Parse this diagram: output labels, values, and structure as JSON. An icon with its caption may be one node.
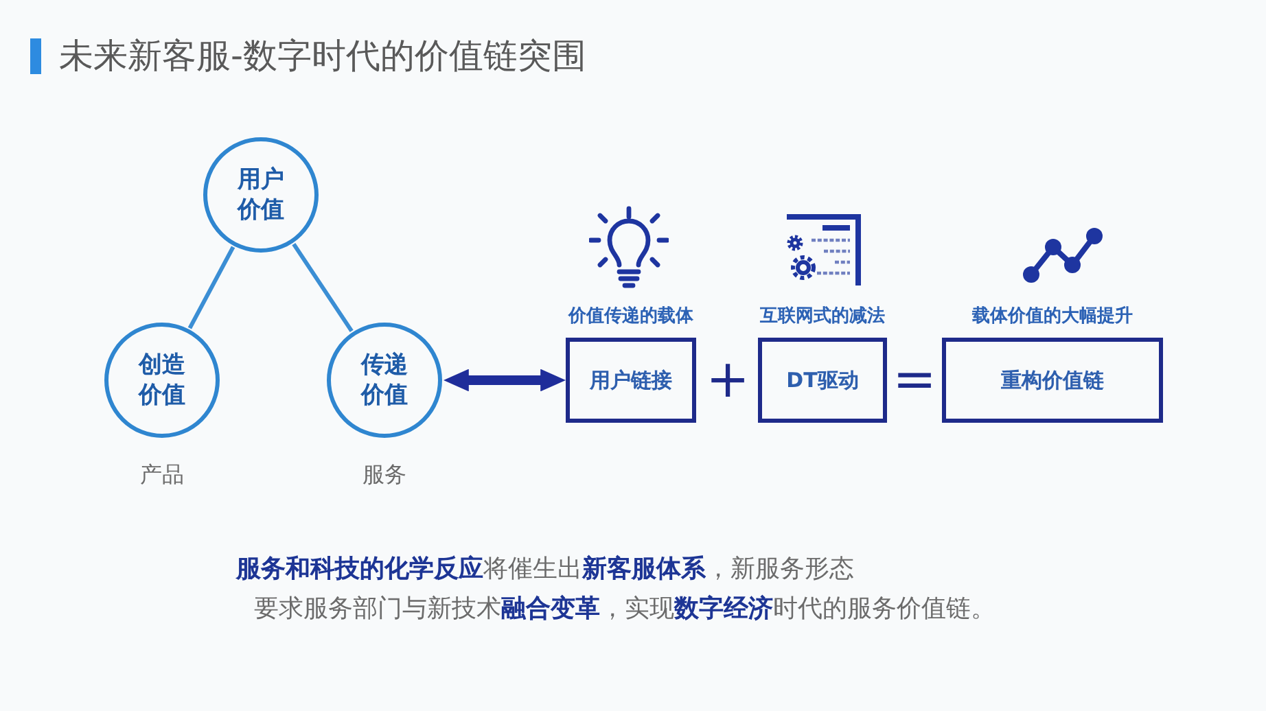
{
  "diagram": {
    "title": "未来新客服-数字时代的价值链突围",
    "nodes": [
      {
        "text": [
          "用户价值"
        ]
      },
      {
        "text": [
          "创造价值"
        ],
        "beside": [
          "产品"
        ]
      },
      {
        "text": [
          "传递价值"
        ],
        "beside": [
          "服务"
        ]
      },
      {
        "text": [
          "价值传递的载体",
          "用户链接"
        ]
      },
      {
        "text": [
          "互联网式的减法",
          "DT驱动"
        ]
      },
      {
        "text": [
          "载体价值的大幅提升",
          "重构价值链"
        ]
      }
    ],
    "edges": [
      {
        "from": 0,
        "to": 1,
        "arrow": "none"
      },
      {
        "from": 0,
        "to": 2,
        "arrow": "none"
      },
      {
        "from": 2,
        "to": 3,
        "arrow": "both",
        "style": "thick",
        "color": "#1f2d9a"
      }
    ],
    "labels": [
      "+",
      "=",
      "**服务和科技的化学反应**将催生出**新客服体系**，新服务形态",
      "要求服务部门与新技术**融合变革**，实现**数字经济**时代的服务价值链。"
    ]
  }
}
